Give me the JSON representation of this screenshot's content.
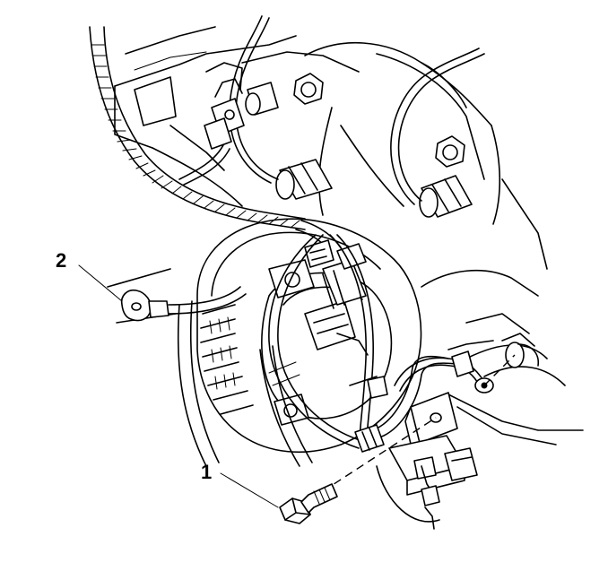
{
  "callouts": [
    {
      "label": "1",
      "part": "bolt"
    },
    {
      "label": "2",
      "part": "ring-terminal"
    }
  ],
  "colors": {
    "line": "#000000",
    "background": "#ffffff"
  }
}
